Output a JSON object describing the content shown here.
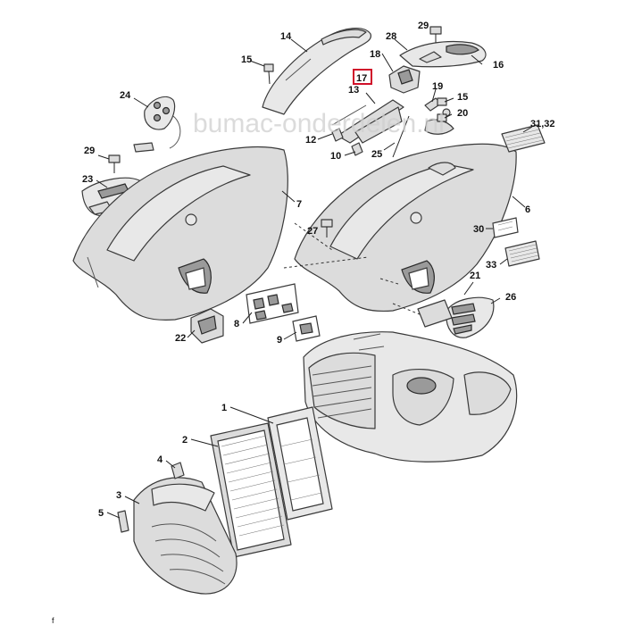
{
  "watermark": "bumac-onderdelen.nl",
  "highlight_color": "#d0102a",
  "highlighted_part": "17",
  "corner_mark": "f",
  "callouts": [
    {
      "id": "c1",
      "label": "1"
    },
    {
      "id": "c2",
      "label": "2"
    },
    {
      "id": "c3",
      "label": "3"
    },
    {
      "id": "c4",
      "label": "4"
    },
    {
      "id": "c5",
      "label": "5"
    },
    {
      "id": "c6",
      "label": "6"
    },
    {
      "id": "c7",
      "label": "7"
    },
    {
      "id": "c8",
      "label": "8"
    },
    {
      "id": "c9",
      "label": "9"
    },
    {
      "id": "c10",
      "label": "10"
    },
    {
      "id": "c12",
      "label": "12"
    },
    {
      "id": "c13",
      "label": "13"
    },
    {
      "id": "c14",
      "label": "14"
    },
    {
      "id": "c15a",
      "label": "15"
    },
    {
      "id": "c15b",
      "label": "15"
    },
    {
      "id": "c16",
      "label": "16"
    },
    {
      "id": "c17",
      "label": "17"
    },
    {
      "id": "c18",
      "label": "18"
    },
    {
      "id": "c19",
      "label": "19"
    },
    {
      "id": "c20",
      "label": "20"
    },
    {
      "id": "c21",
      "label": "21"
    },
    {
      "id": "c22",
      "label": "22"
    },
    {
      "id": "c23",
      "label": "23"
    },
    {
      "id": "c24",
      "label": "24"
    },
    {
      "id": "c25",
      "label": "25"
    },
    {
      "id": "c26",
      "label": "26"
    },
    {
      "id": "c27",
      "label": "27"
    },
    {
      "id": "c28",
      "label": "28"
    },
    {
      "id": "c29a",
      "label": "29"
    },
    {
      "id": "c29b",
      "label": "29"
    },
    {
      "id": "c30",
      "label": "30"
    },
    {
      "id": "c3132",
      "label": "31,32"
    },
    {
      "id": "c33",
      "label": "33"
    }
  ]
}
